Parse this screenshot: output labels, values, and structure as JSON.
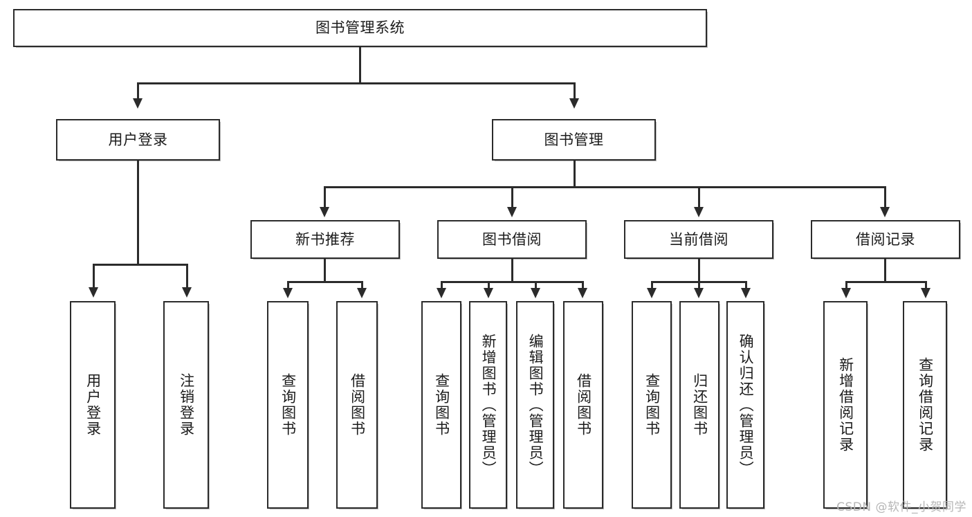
{
  "diagram": {
    "title": "图书管理系统",
    "type": "hierarchy-tree",
    "root": {
      "label": "图书管理系统"
    },
    "level2": [
      {
        "label": "用户登录"
      },
      {
        "label": "图书管理"
      }
    ],
    "level3": [
      {
        "label": "新书推荐"
      },
      {
        "label": "图书借阅"
      },
      {
        "label": "当前借阅"
      },
      {
        "label": "借阅记录"
      }
    ],
    "leaves": {
      "user_login": [
        {
          "label": "用户登录"
        },
        {
          "label": "注销登录"
        }
      ],
      "new_book_recommend": [
        {
          "label": "查询图书"
        },
        {
          "label": "借阅图书"
        }
      ],
      "book_borrow": [
        {
          "label": "查询图书"
        },
        {
          "label": "新增图书（管理员）"
        },
        {
          "label": "编辑图书（管理员）"
        },
        {
          "label": "借阅图书"
        }
      ],
      "current_borrow": [
        {
          "label": "查询图书"
        },
        {
          "label": "归还图书"
        },
        {
          "label": "确认归还（管理员）"
        }
      ],
      "borrow_records": [
        {
          "label": "新增借阅记录"
        },
        {
          "label": "查询借阅记录"
        }
      ]
    }
  },
  "watermark": {
    "text": "CSDN @软件_小贺同学"
  },
  "colors": {
    "stroke": "#2b2b2b",
    "fill": "#ffffff",
    "text": "#1b1b1b",
    "watermark": "#b6b6b6"
  }
}
